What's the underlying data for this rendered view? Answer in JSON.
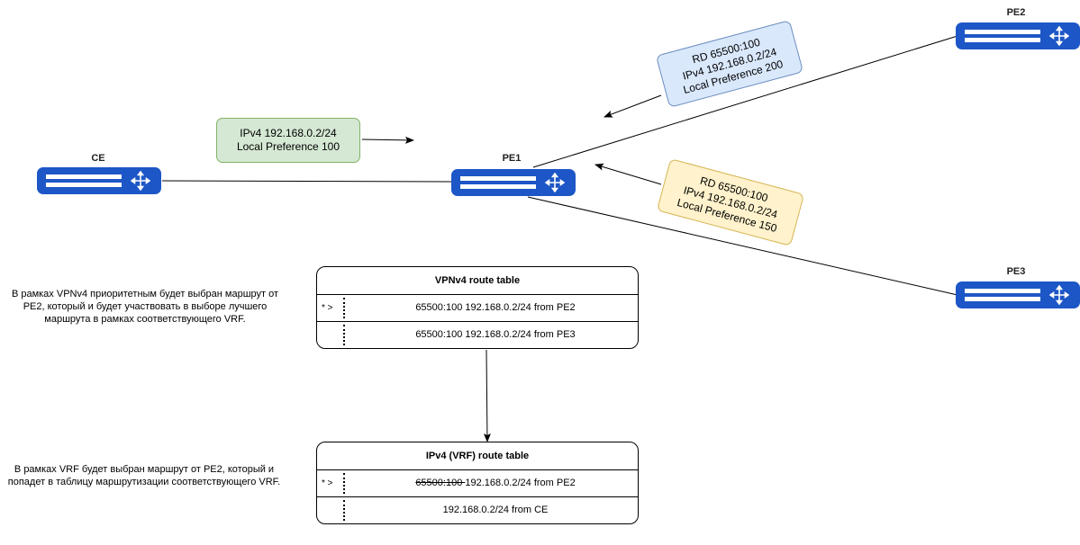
{
  "routers": {
    "ce": {
      "label": "CE",
      "icon": "router-icon"
    },
    "pe1": {
      "label": "PE1",
      "icon": "router-icon"
    },
    "pe2": {
      "label": "PE2",
      "icon": "router-icon"
    },
    "pe3": {
      "label": "PE3",
      "icon": "router-icon"
    }
  },
  "notes": {
    "ce_route": {
      "lines": [
        "IPv4 192.168.0.2/24",
        "Local Preference 100"
      ],
      "color": "#d5e8d4"
    },
    "pe2_route": {
      "lines": [
        "RD 65500:100",
        "IPv4 192.168.0.2/24",
        "Local Preference 200"
      ],
      "color": "#dae8fc"
    },
    "pe3_route": {
      "lines": [
        "RD 65500:100",
        "IPv4 192.168.0.2/24",
        "Local Preference 150"
      ],
      "color": "#fff2cc"
    }
  },
  "vpnv4_table": {
    "title": "VPNv4 route table",
    "rows": [
      {
        "mark": "* >",
        "text": "65500:100 192.168.0.2/24 from PE2"
      },
      {
        "mark": "",
        "text": "65500:100 192.168.0.2/24 from PE3"
      }
    ]
  },
  "vrf_table": {
    "title": "IPv4 (VRF) route table",
    "rows": [
      {
        "mark": "* >",
        "struck": "65500:100 ",
        "text": "192.168.0.2/24 from PE2"
      },
      {
        "mark": "",
        "struck": "",
        "text": "192.168.0.2/24 from CE"
      }
    ]
  },
  "explanations": {
    "vpnv4": "В рамках VPNv4 приоритетным будет выбран маршрут от PE2, который и будет участвовать в выборе лучшего маршрута в рамках соответствующего VRF.",
    "vrf": "В рамках VRF  будет выбран маршрут от PE2, который и попадет в таблицу маршрутизации соответствующего VRF."
  },
  "colors": {
    "router": "#1d56c6",
    "line": "#000000"
  }
}
